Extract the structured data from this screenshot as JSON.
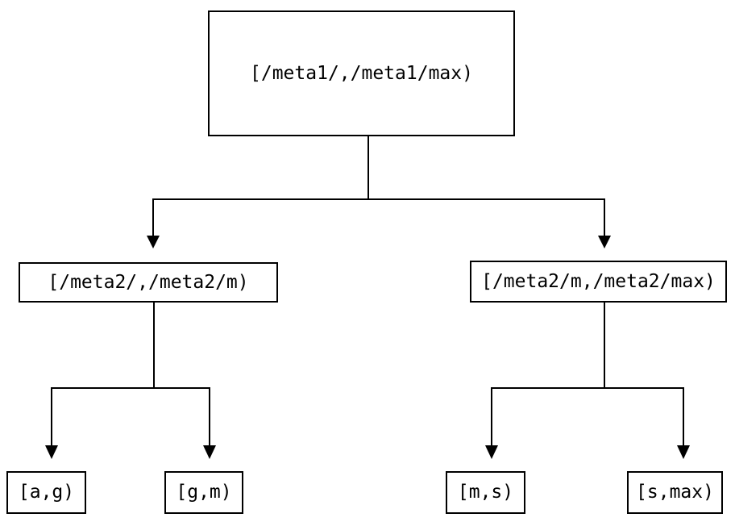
{
  "diagram": {
    "type": "binary-tree",
    "colors": {
      "background": "#ffffff",
      "line": "#000000",
      "box_border": "#000000",
      "text": "#000000"
    },
    "tree": {
      "label": "[/meta1/,/meta1/max)",
      "children": [
        {
          "label": "[/meta2/,/meta2/m)",
          "children": [
            {
              "label": "[a,g)"
            },
            {
              "label": "[g,m)"
            }
          ]
        },
        {
          "label": "[/meta2/m,/meta2/max)",
          "children": [
            {
              "label": "[m,s)"
            },
            {
              "label": "[s,max)"
            }
          ]
        }
      ]
    }
  }
}
